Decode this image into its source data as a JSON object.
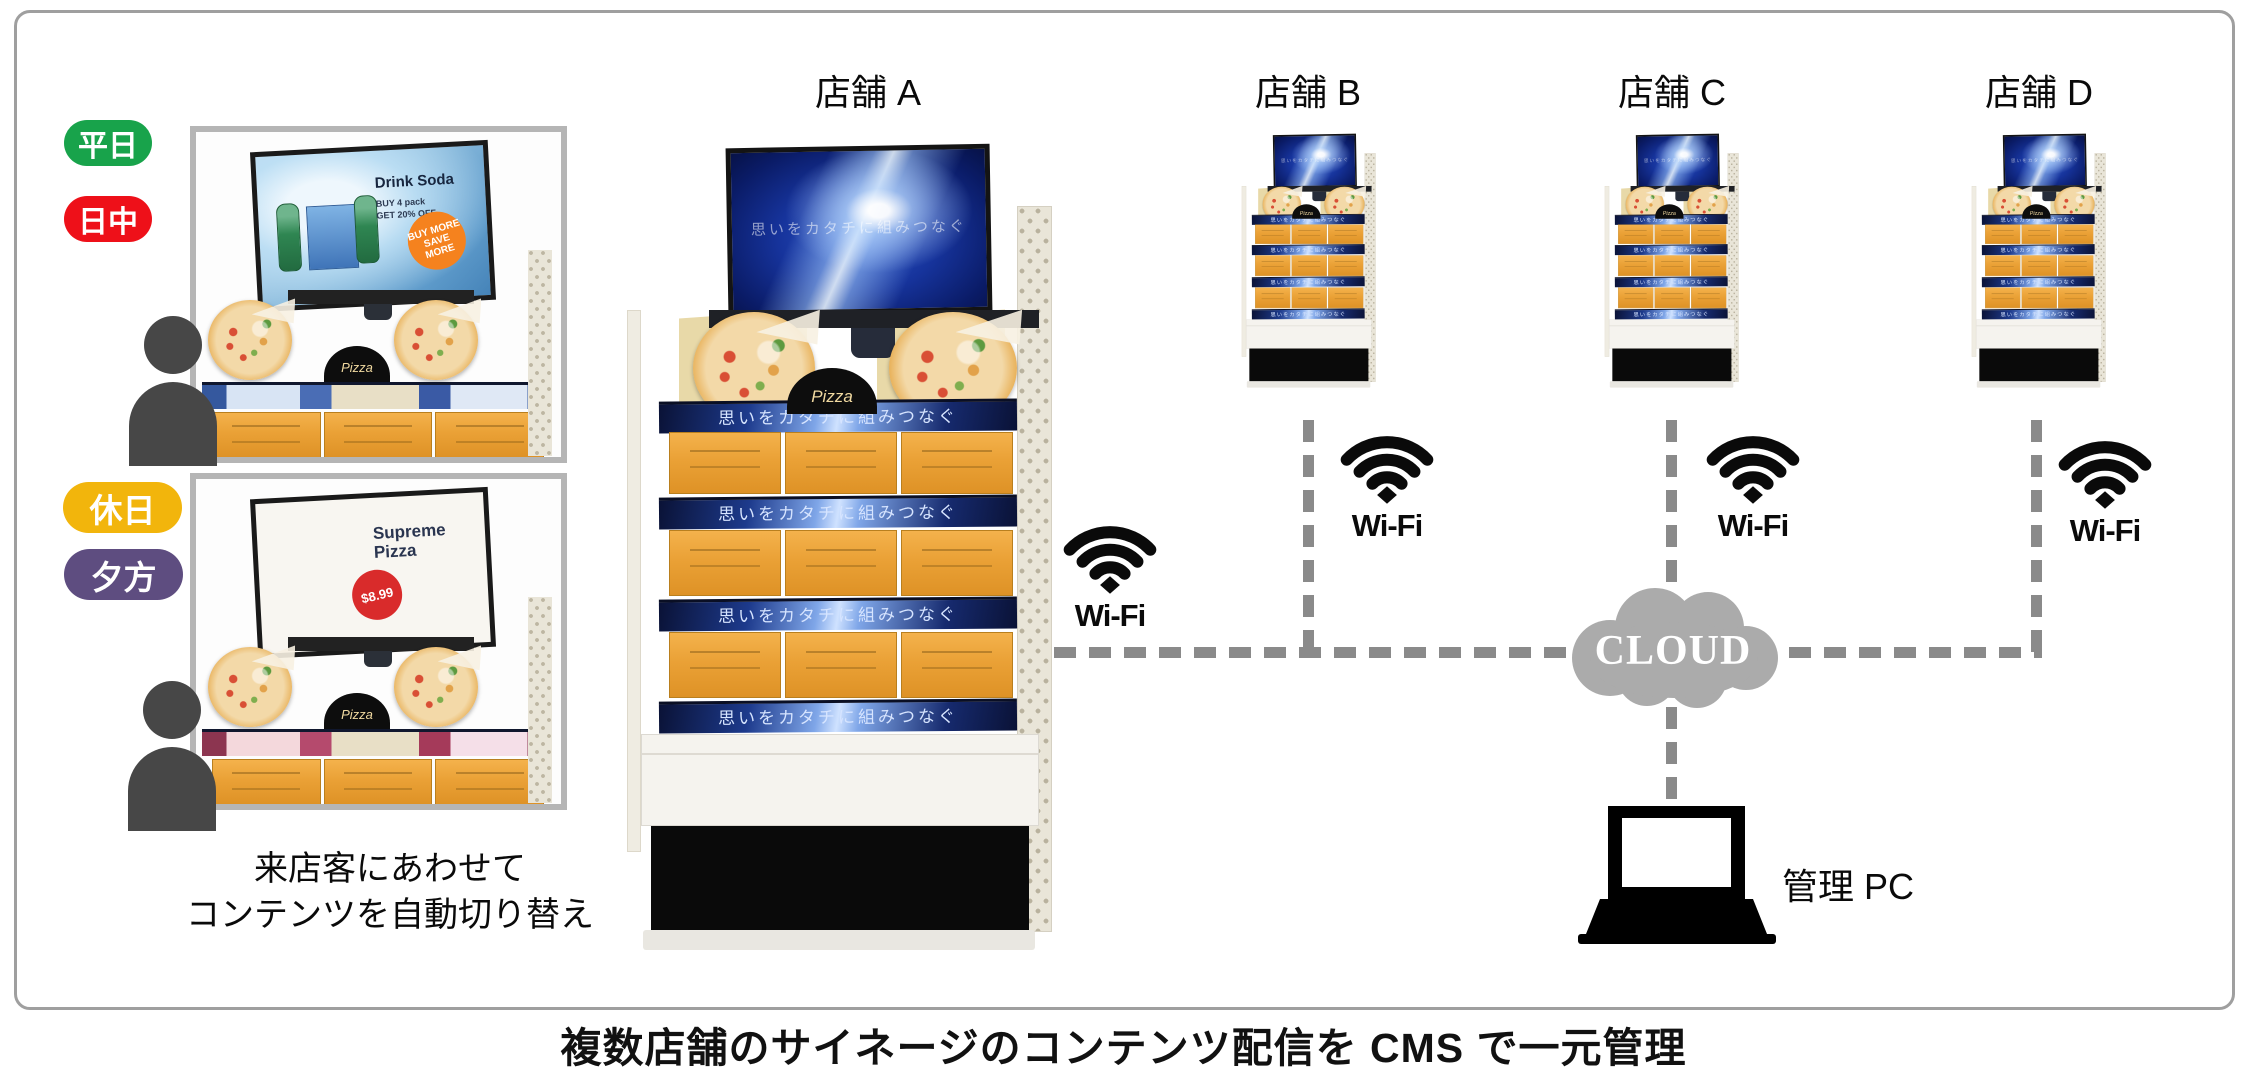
{
  "diagram": {
    "caption": "複数店舗のサイネージのコンテンツ配信を CMS で一元管理"
  },
  "stores": {
    "a": {
      "label": "店舗 A"
    },
    "b": {
      "label": "店舗 B"
    },
    "c": {
      "label": "店舗 C"
    },
    "d": {
      "label": "店舗 D"
    }
  },
  "schedule_badges": {
    "weekday": {
      "label": "平日",
      "color": "#18a34b"
    },
    "daytime": {
      "label": "日中",
      "color": "#ee1019"
    },
    "holiday": {
      "label": "休日",
      "color": "#f2b50c"
    },
    "evening": {
      "label": "夕方",
      "color": "#5e4d80"
    }
  },
  "left_note": {
    "line1": "来店客にあわせて",
    "line2": "コンテンツを自動切り替え"
  },
  "photo_weekday": {
    "ad_title": "Drink Soda",
    "ad_line1": "BUY 4 pack",
    "ad_line2": "GET 20% OFF",
    "burst_line1": "BUY MORE",
    "burst_line2": "SAVE MORE"
  },
  "photo_holiday": {
    "ad_title_line1": "Supreme",
    "ad_title_line2": "Pizza",
    "price": "$8.99"
  },
  "shelf": {
    "ribbon": "Pizza",
    "strip_text": "思いをカタチに組みつなぐ"
  },
  "network": {
    "wifi_label": "Wi-Fi",
    "cloud_label": "CLOUD",
    "pc_label": "管理 PC",
    "line_color": "#8a8a8a",
    "cloud_color": "#ababab"
  }
}
